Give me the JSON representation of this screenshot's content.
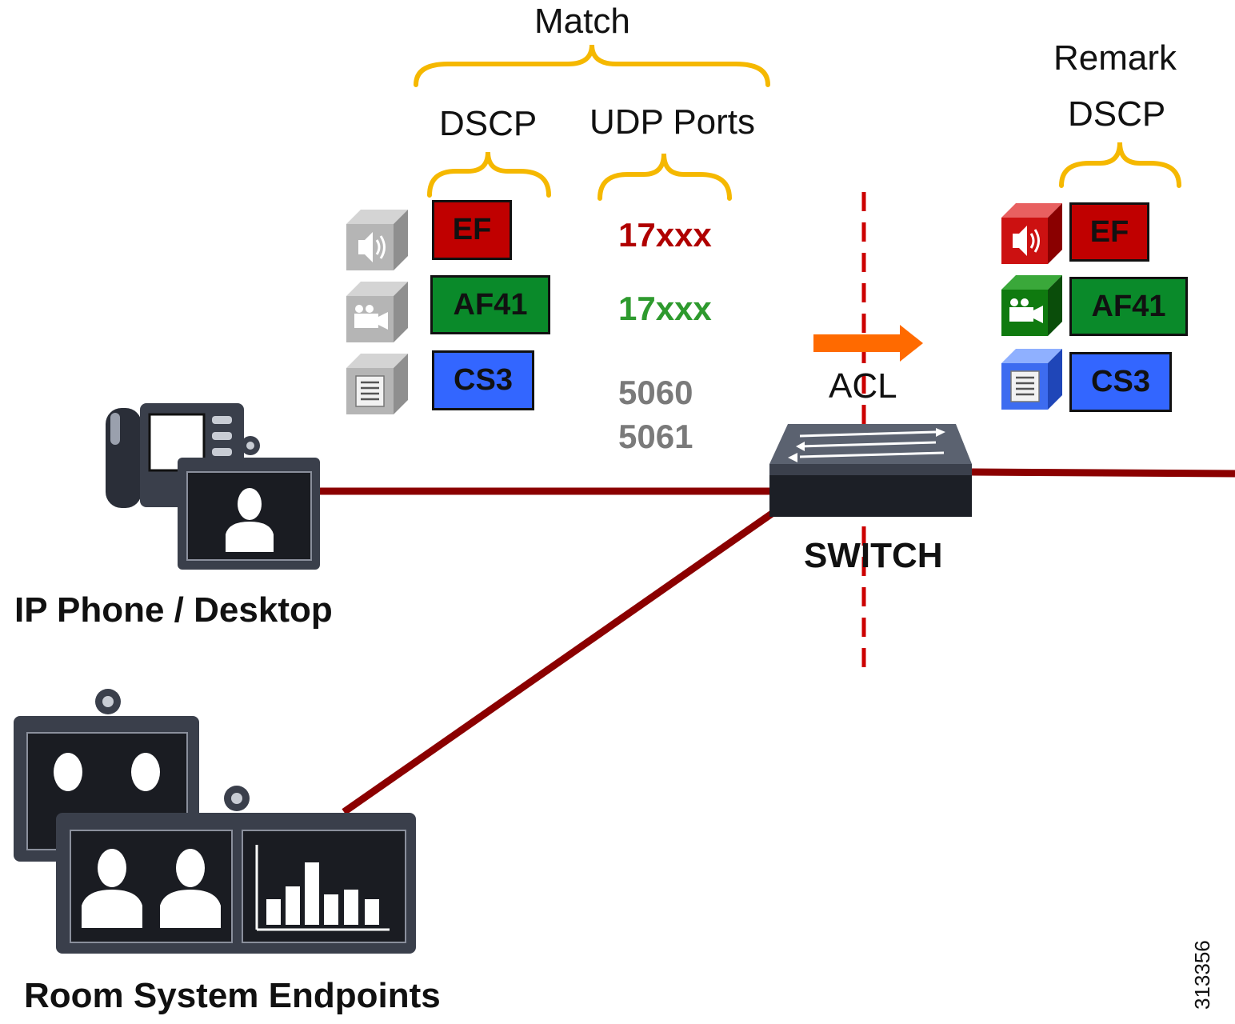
{
  "match": {
    "title": "Match",
    "dscp_header": "DSCP",
    "udp_header": "UDP Ports",
    "rows": [
      {
        "icon": "speaker-icon",
        "dscp": "EF",
        "dscp_color": "#c00000",
        "port": "17xxx",
        "port_color": "#b00000"
      },
      {
        "icon": "video-camera-icon",
        "dscp": "AF41",
        "dscp_color": "#0a8a2a",
        "port": "17xxx",
        "port_color": "#2e9a2e"
      },
      {
        "icon": "document-icon",
        "dscp": "CS3",
        "dscp_color": "#3366ff",
        "port_lines": [
          "5060",
          "5061"
        ],
        "port_color": "#7a7a7a"
      }
    ]
  },
  "remark": {
    "title": "Remark",
    "dscp_header": "DSCP",
    "rows": [
      {
        "icon": "speaker-icon",
        "dscp": "EF",
        "color": "#c00000"
      },
      {
        "icon": "video-camera-icon",
        "dscp": "AF41",
        "color": "#0a8a2a"
      },
      {
        "icon": "document-icon",
        "dscp": "CS3",
        "color": "#3366ff"
      }
    ]
  },
  "acl_label": "ACL",
  "switch_label": "SWITCH",
  "ip_phone_label": "IP Phone / Desktop",
  "room_system_label": "Room System Endpoints",
  "figure_id": "313356",
  "colors": {
    "brace": "#f5b800",
    "link": "#8b0000",
    "divider": "#cc0000",
    "arrow": "#ff6a00"
  }
}
